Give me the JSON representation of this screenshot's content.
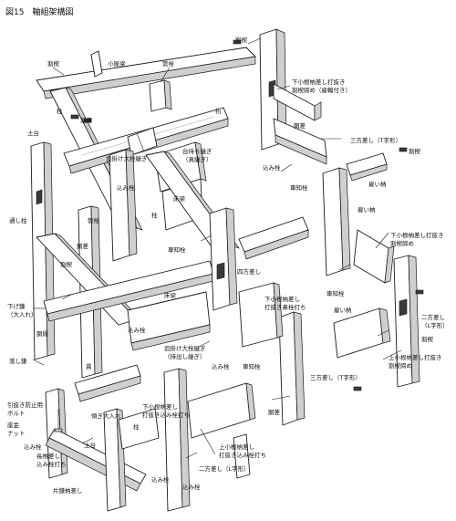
{
  "figure": {
    "title": "図15　軸組架構図"
  },
  "labels": [
    {
      "id": "kusabi-1",
      "text": "割楔"
    },
    {
      "id": "koyabari",
      "text": "小屋梁"
    },
    {
      "id": "kansen-top",
      "text": "管栓"
    },
    {
      "id": "kusabi-top-right",
      "text": "割楔"
    },
    {
      "id": "hashira-left",
      "text": "柱"
    },
    {
      "id": "kusabi-2",
      "text": "割楔"
    },
    {
      "id": "keta",
      "text": "桁"
    },
    {
      "id": "shimo-kohozo-1",
      "text": "下小根枘差し打抜き"
    },
    {
      "id": "shimo-kohozo-1b",
      "text": "割楔締め（雇輪付き）"
    },
    {
      "id": "dodai-left",
      "text": "土台"
    },
    {
      "id": "oikake-1",
      "text": "追掛け大栓継ぎ"
    },
    {
      "id": "daimochi",
      "text": "台持ち継ぎ"
    },
    {
      "id": "daimochi-b",
      "text": "（真継ぎ）"
    },
    {
      "id": "dodai-2",
      "text": "胴差"
    },
    {
      "id": "sanpou-t-1",
      "text": "三方差し（T字形）"
    },
    {
      "id": "kusabi-3",
      "text": "割楔"
    },
    {
      "id": "komisen-1",
      "text": "込み栓"
    },
    {
      "id": "sha-sen",
      "text": "車知栓"
    },
    {
      "id": "koshi-hozo",
      "text": "雇い枘"
    },
    {
      "id": "toshi-bashira",
      "text": "通し柱"
    },
    {
      "id": "yukabari-1",
      "text": "床梁"
    },
    {
      "id": "kansen-2",
      "text": "管栓"
    },
    {
      "id": "komisen-2",
      "text": "込み栓"
    },
    {
      "id": "hashira-2",
      "text": "柱"
    },
    {
      "id": "koshi-hozo-2",
      "text": "雇い枘"
    },
    {
      "id": "shimo-kohozo-2",
      "text": "下小根枘差し打抜き"
    },
    {
      "id": "shimo-kohozo-2b",
      "text": "割楔締め"
    },
    {
      "id": "dozashi",
      "text": "胴差"
    },
    {
      "id": "sageguri",
      "text": "下げ鎌"
    },
    {
      "id": "sageguri-b",
      "text": "（大入れ）"
    },
    {
      "id": "kuruma-sen-1",
      "text": "車知栓"
    },
    {
      "id": "shihou-sashi",
      "text": "四方差し"
    },
    {
      "id": "kusabi-4",
      "text": "割楔"
    },
    {
      "id": "yukabari-2",
      "text": "床梁"
    },
    {
      "id": "shimo-kohozo-3",
      "text": "下小根枘差し"
    },
    {
      "id": "shimo-kohozo-3b",
      "text": "打抜き鼻栓打ち"
    },
    {
      "id": "shachi-sen-2",
      "text": "車知栓"
    },
    {
      "id": "nihou-l",
      "text": "二方差し"
    },
    {
      "id": "nihou-l-b",
      "text": "（L字形）"
    },
    {
      "id": "dobuchi",
      "text": "胴縁"
    },
    {
      "id": "koshi-hozo-3",
      "text": "雇い枘"
    },
    {
      "id": "komisen-3",
      "text": "込み栓"
    },
    {
      "id": "oikake-2",
      "text": "追掛け大栓継ぎ"
    },
    {
      "id": "oikake-2b",
      "text": "（持出し継ぎ）"
    },
    {
      "id": "nuki",
      "text": "貫"
    },
    {
      "id": "sanpou-t-2",
      "text": "三方差し（T字形）"
    },
    {
      "id": "kusabi-5",
      "text": "割楔"
    },
    {
      "id": "ue-kohozo-4",
      "text": "上小根枘差し打抜き"
    },
    {
      "id": "ue-kohozo-4b",
      "text": "割楔締め"
    },
    {
      "id": "ookusabi",
      "text": "落し鎌"
    },
    {
      "id": "komisen-4",
      "text": "込み栓"
    },
    {
      "id": "shachi-sen-3",
      "text": "車知栓"
    },
    {
      "id": "hikiage",
      "text": "引抜き防止用"
    },
    {
      "id": "hikiage-b",
      "text": "ボルト"
    },
    {
      "id": "zagane",
      "text": "座金"
    },
    {
      "id": "zagane-b",
      "text": "ナット"
    },
    {
      "id": "kawara-ire",
      "text": "傾ぎ大入れ"
    },
    {
      "id": "shimo-kohozo-5",
      "text": "下小根枘差し"
    },
    {
      "id": "shimo-kohozo-5b",
      "text": "打抜き込み栓打ち"
    },
    {
      "id": "dodai-3",
      "text": "土台"
    },
    {
      "id": "hashira-3",
      "text": "柱"
    },
    {
      "id": "dodai-4",
      "text": "胴差"
    },
    {
      "id": "komisen-5",
      "text": "込み栓"
    },
    {
      "id": "naga-hozo",
      "text": "長枘差し"
    },
    {
      "id": "naga-hozo-b",
      "text": "込み栓打ち"
    },
    {
      "id": "ue-kohozo-6",
      "text": "上小根枘差し"
    },
    {
      "id": "ue-kohozo-6b",
      "text": "打抜き込み栓打ち"
    },
    {
      "id": "nihou-l-2",
      "text": "二方差し（L字形）"
    },
    {
      "id": "komisen-6",
      "text": "込み栓"
    },
    {
      "id": "katakama",
      "text": "片鎌枘差し"
    },
    {
      "id": "komisen-7",
      "text": "込み栓"
    }
  ]
}
